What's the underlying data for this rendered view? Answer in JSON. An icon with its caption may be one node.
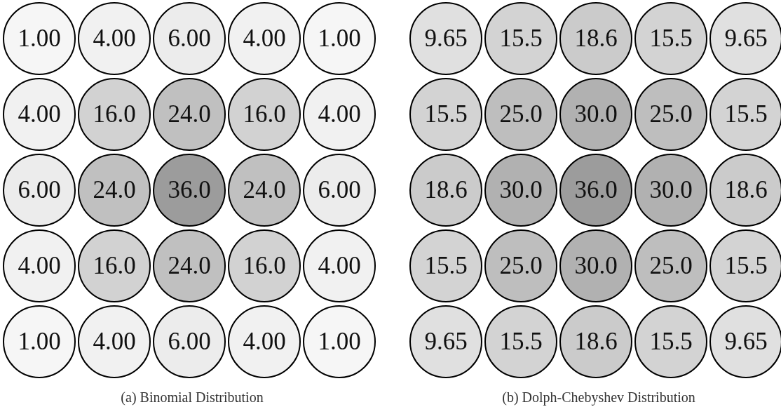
{
  "diagram": {
    "nodes": [
      {
        "text": [
          "1.00"
        ]
      },
      {
        "text": [
          "4.00"
        ]
      },
      {
        "text": [
          "6.00"
        ]
      },
      {
        "text": [
          "4.00"
        ]
      },
      {
        "text": [
          "1.00"
        ]
      },
      {
        "text": [
          "4.00"
        ]
      },
      {
        "text": [
          "16.0"
        ]
      },
      {
        "text": [
          "24.0"
        ]
      },
      {
        "text": [
          "16.0"
        ]
      },
      {
        "text": [
          "4.00"
        ]
      },
      {
        "text": [
          "6.00"
        ]
      },
      {
        "text": [
          "24.0"
        ]
      },
      {
        "text": [
          "36.0"
        ]
      },
      {
        "text": [
          "24.0"
        ]
      },
      {
        "text": [
          "6.00"
        ]
      },
      {
        "text": [
          "4.00"
        ]
      },
      {
        "text": [
          "16.0"
        ]
      },
      {
        "text": [
          "24.0"
        ]
      },
      {
        "text": [
          "16.0"
        ]
      },
      {
        "text": [
          "4.00"
        ]
      },
      {
        "text": [
          "1.00"
        ]
      },
      {
        "text": [
          "4.00"
        ]
      },
      {
        "text": [
          "6.00"
        ]
      },
      {
        "text": [
          "4.00"
        ]
      },
      {
        "text": [
          "1.00"
        ]
      },
      {
        "text": [
          "9.65"
        ]
      },
      {
        "text": [
          "15.5"
        ]
      },
      {
        "text": [
          "18.6"
        ]
      },
      {
        "text": [
          "15.5"
        ]
      },
      {
        "text": [
          "9.65"
        ]
      },
      {
        "text": [
          "15.5"
        ]
      },
      {
        "text": [
          "25.0"
        ]
      },
      {
        "text": [
          "30.0"
        ]
      },
      {
        "text": [
          "25.0"
        ]
      },
      {
        "text": [
          "15.5"
        ]
      },
      {
        "text": [
          "18.6"
        ]
      },
      {
        "text": [
          "30.0"
        ]
      },
      {
        "text": [
          "36.0"
        ]
      },
      {
        "text": [
          "30.0"
        ]
      },
      {
        "text": [
          "18.6"
        ]
      },
      {
        "text": [
          "15.5"
        ]
      },
      {
        "text": [
          "25.0"
        ]
      },
      {
        "text": [
          "30.0"
        ]
      },
      {
        "text": [
          "25.0"
        ]
      },
      {
        "text": [
          "15.5"
        ]
      },
      {
        "text": [
          "9.65"
        ]
      },
      {
        "text": [
          "15.5"
        ]
      },
      {
        "text": [
          "18.6"
        ]
      },
      {
        "text": [
          "15.5"
        ]
      },
      {
        "text": [
          "9.65"
        ]
      }
    ],
    "edges": [],
    "labels": [
      "(a) Binomial Distribution",
      "(b) Dolph-Chebyshev Distribution"
    ]
  }
}
